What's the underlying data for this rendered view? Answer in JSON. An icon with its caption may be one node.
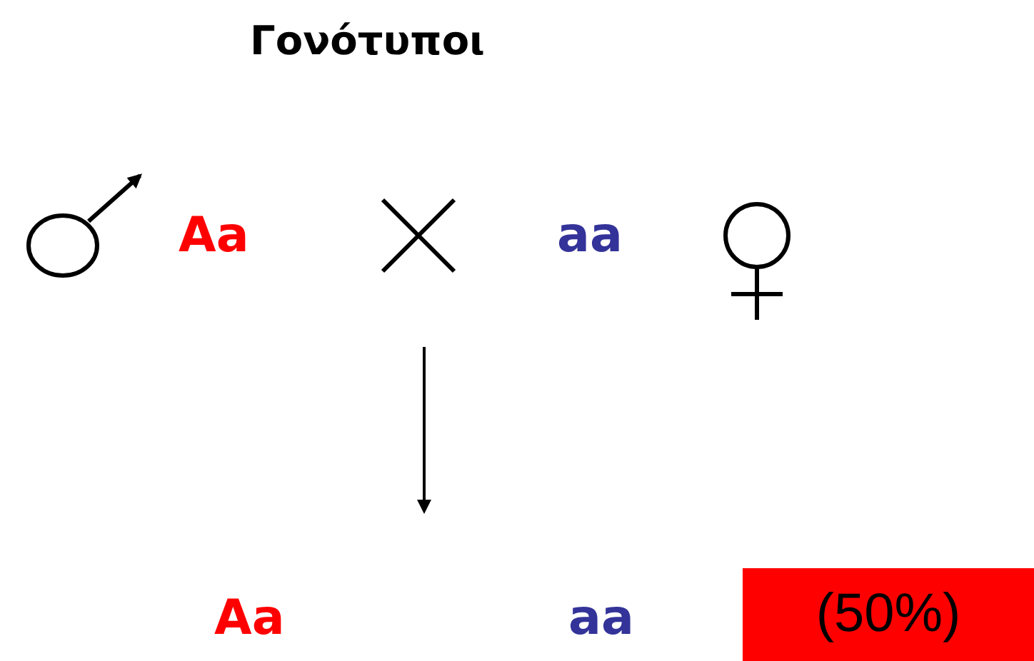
{
  "diagram": {
    "title": "Γονότυποι",
    "nodes": [
      {
        "text": [
          "(50%)"
        ]
      }
    ],
    "labels": [
      "Aa",
      "aa",
      "Aa",
      "aa"
    ]
  }
}
